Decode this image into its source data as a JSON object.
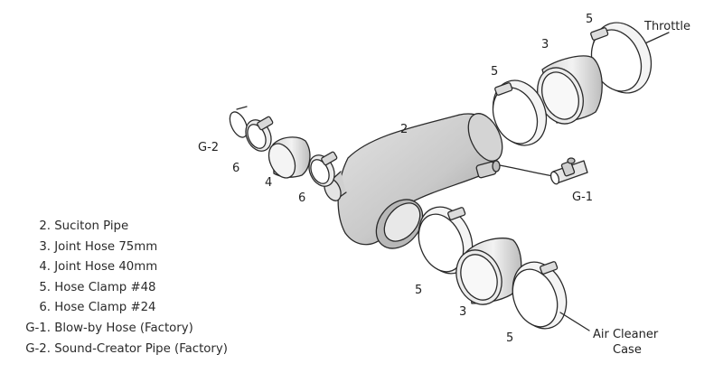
{
  "callouts": {
    "throttle": "Throttle",
    "air_cleaner_line1": "Air Cleaner",
    "air_cleaner_line2": "Case",
    "g1": "G-1",
    "g2": "G-2",
    "n2": "2",
    "n3_top": "3",
    "n3_bottom": "3",
    "n4": "4",
    "n5_top_right": "5",
    "n5_top_left": "5",
    "n5_mid": "5",
    "n5_bottom": "5",
    "n6_left": "6",
    "n6_right": "6"
  },
  "legend": [
    {
      "code": "2.",
      "text": "Suciton Pipe"
    },
    {
      "code": "3.",
      "text": "Joint Hose 75mm"
    },
    {
      "code": "4.",
      "text": "Joint Hose 40mm"
    },
    {
      "code": "5.",
      "text": "Hose Clamp #48"
    },
    {
      "code": "6.",
      "text": "Hose Clamp #24"
    },
    {
      "code": "G-1.",
      "text": "Blow-by Hose (Factory)"
    },
    {
      "code": "G-2.",
      "text": "Sound-Creator Pipe (Factory)"
    }
  ]
}
